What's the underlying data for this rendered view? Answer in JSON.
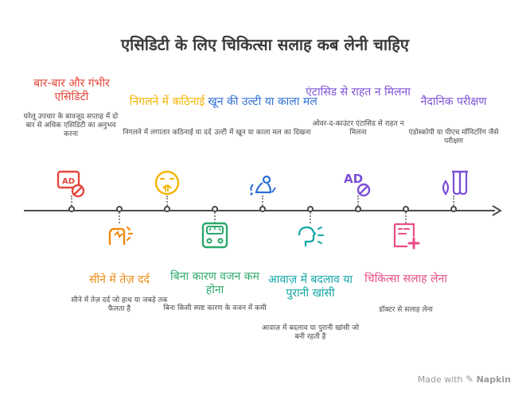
{
  "title": "एसिडिटी के लिए चिकित्सा सलाह कब लेनी चाहिए",
  "colors": {
    "red": "#e4463b",
    "yellow": "#f5b400",
    "blue": "#2d6fd7",
    "green": "#2aa86a",
    "orange": "#ee8a10",
    "purple": "#7b4fd6",
    "pink": "#ea4c87",
    "teal": "#12a6a6"
  },
  "items": [
    {
      "head": "बार-बार और गंभीर एसिडिटी",
      "desc": "घरेलू उपचार के बावजूद सप्ताह में दो बार से अधिक एसिडिटी का अनुभव करना",
      "icon": "no-antacid-icon"
    },
    {
      "head": "सीने में तेज़ दर्द",
      "desc": "सीने में तेज़ दर्द जो हाथ या जबड़े तक फैलता है",
      "icon": "chest-pain-icon"
    },
    {
      "head": "निगलने में कठिनाई",
      "desc": "निगलने में लगातार कठिनाई या दर्द",
      "icon": "swallow-face-icon"
    },
    {
      "head": "बिना कारण वजन कम होना",
      "desc": "बिना किसी स्पष्ट कारण के वजन में कमी",
      "icon": "scale-icon"
    },
    {
      "head": "खून की उल्टी या काला मल",
      "desc": "उल्टी में खून या काला मल का दिखना",
      "icon": "vomit-icon"
    },
    {
      "head": "आवाज़ में बदलाव या पुरानी खांसी",
      "desc": "आवाज़ में बदलाव या पुरानी खांसी जो बनी रहती है",
      "icon": "cough-icon"
    },
    {
      "head": "एंटासिड से राहत न मिलना",
      "desc": "ओवर-द-काउंटर एंटासिड से राहत न मिलना",
      "icon": "antacid-no-icon"
    },
    {
      "head": "चिकित्सा सलाह लेना",
      "desc": "डॉक्टर से सलाह लेना",
      "icon": "medical-advice-icon"
    },
    {
      "head": "नैदानिक परीक्षण",
      "desc": "एंडोस्कोपी या पीएच मॉनिटरिंग जैसे परीक्षण",
      "icon": "test-tubes-icon"
    }
  ],
  "footer": {
    "made_with": "Made with",
    "brand": "Napkin"
  }
}
